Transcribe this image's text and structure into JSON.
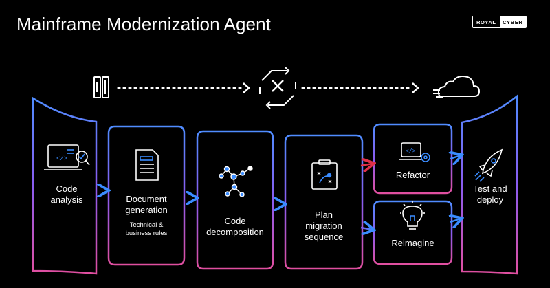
{
  "title": "Mainframe Modernization Agent",
  "logo": {
    "left": "ROYAL",
    "right": "CYBER"
  },
  "top_flow": {
    "icons": [
      "mainframe-icon",
      "transform-icon",
      "cloud-icon"
    ]
  },
  "stages": [
    {
      "label_lines": [
        "Code",
        "analysis"
      ],
      "icon": "code-analysis-icon"
    },
    {
      "label_lines": [
        "Document",
        "generation"
      ],
      "sub_lines": [
        "Technical &",
        "business rules"
      ],
      "icon": "document-icon"
    },
    {
      "label_lines": [
        "Code",
        "decomposition"
      ],
      "icon": "network-icon"
    },
    {
      "label_lines": [
        "Plan",
        "migration",
        "sequence"
      ],
      "icon": "plan-icon"
    },
    {
      "label_lines": [
        "Refactor"
      ],
      "icon": "code-gear-icon"
    },
    {
      "label_lines": [
        "Reimagine"
      ],
      "icon": "lightbulb-icon"
    },
    {
      "label_lines": [
        "Test and",
        "deploy"
      ],
      "icon": "rocket-icon"
    }
  ],
  "colors": {
    "gradient_top": "#4f8cff",
    "gradient_mid": "#8a5cf0",
    "gradient_bottom": "#e04fa0",
    "arrow_blue": "#3a8cff",
    "arrow_red": "#e0304a"
  }
}
